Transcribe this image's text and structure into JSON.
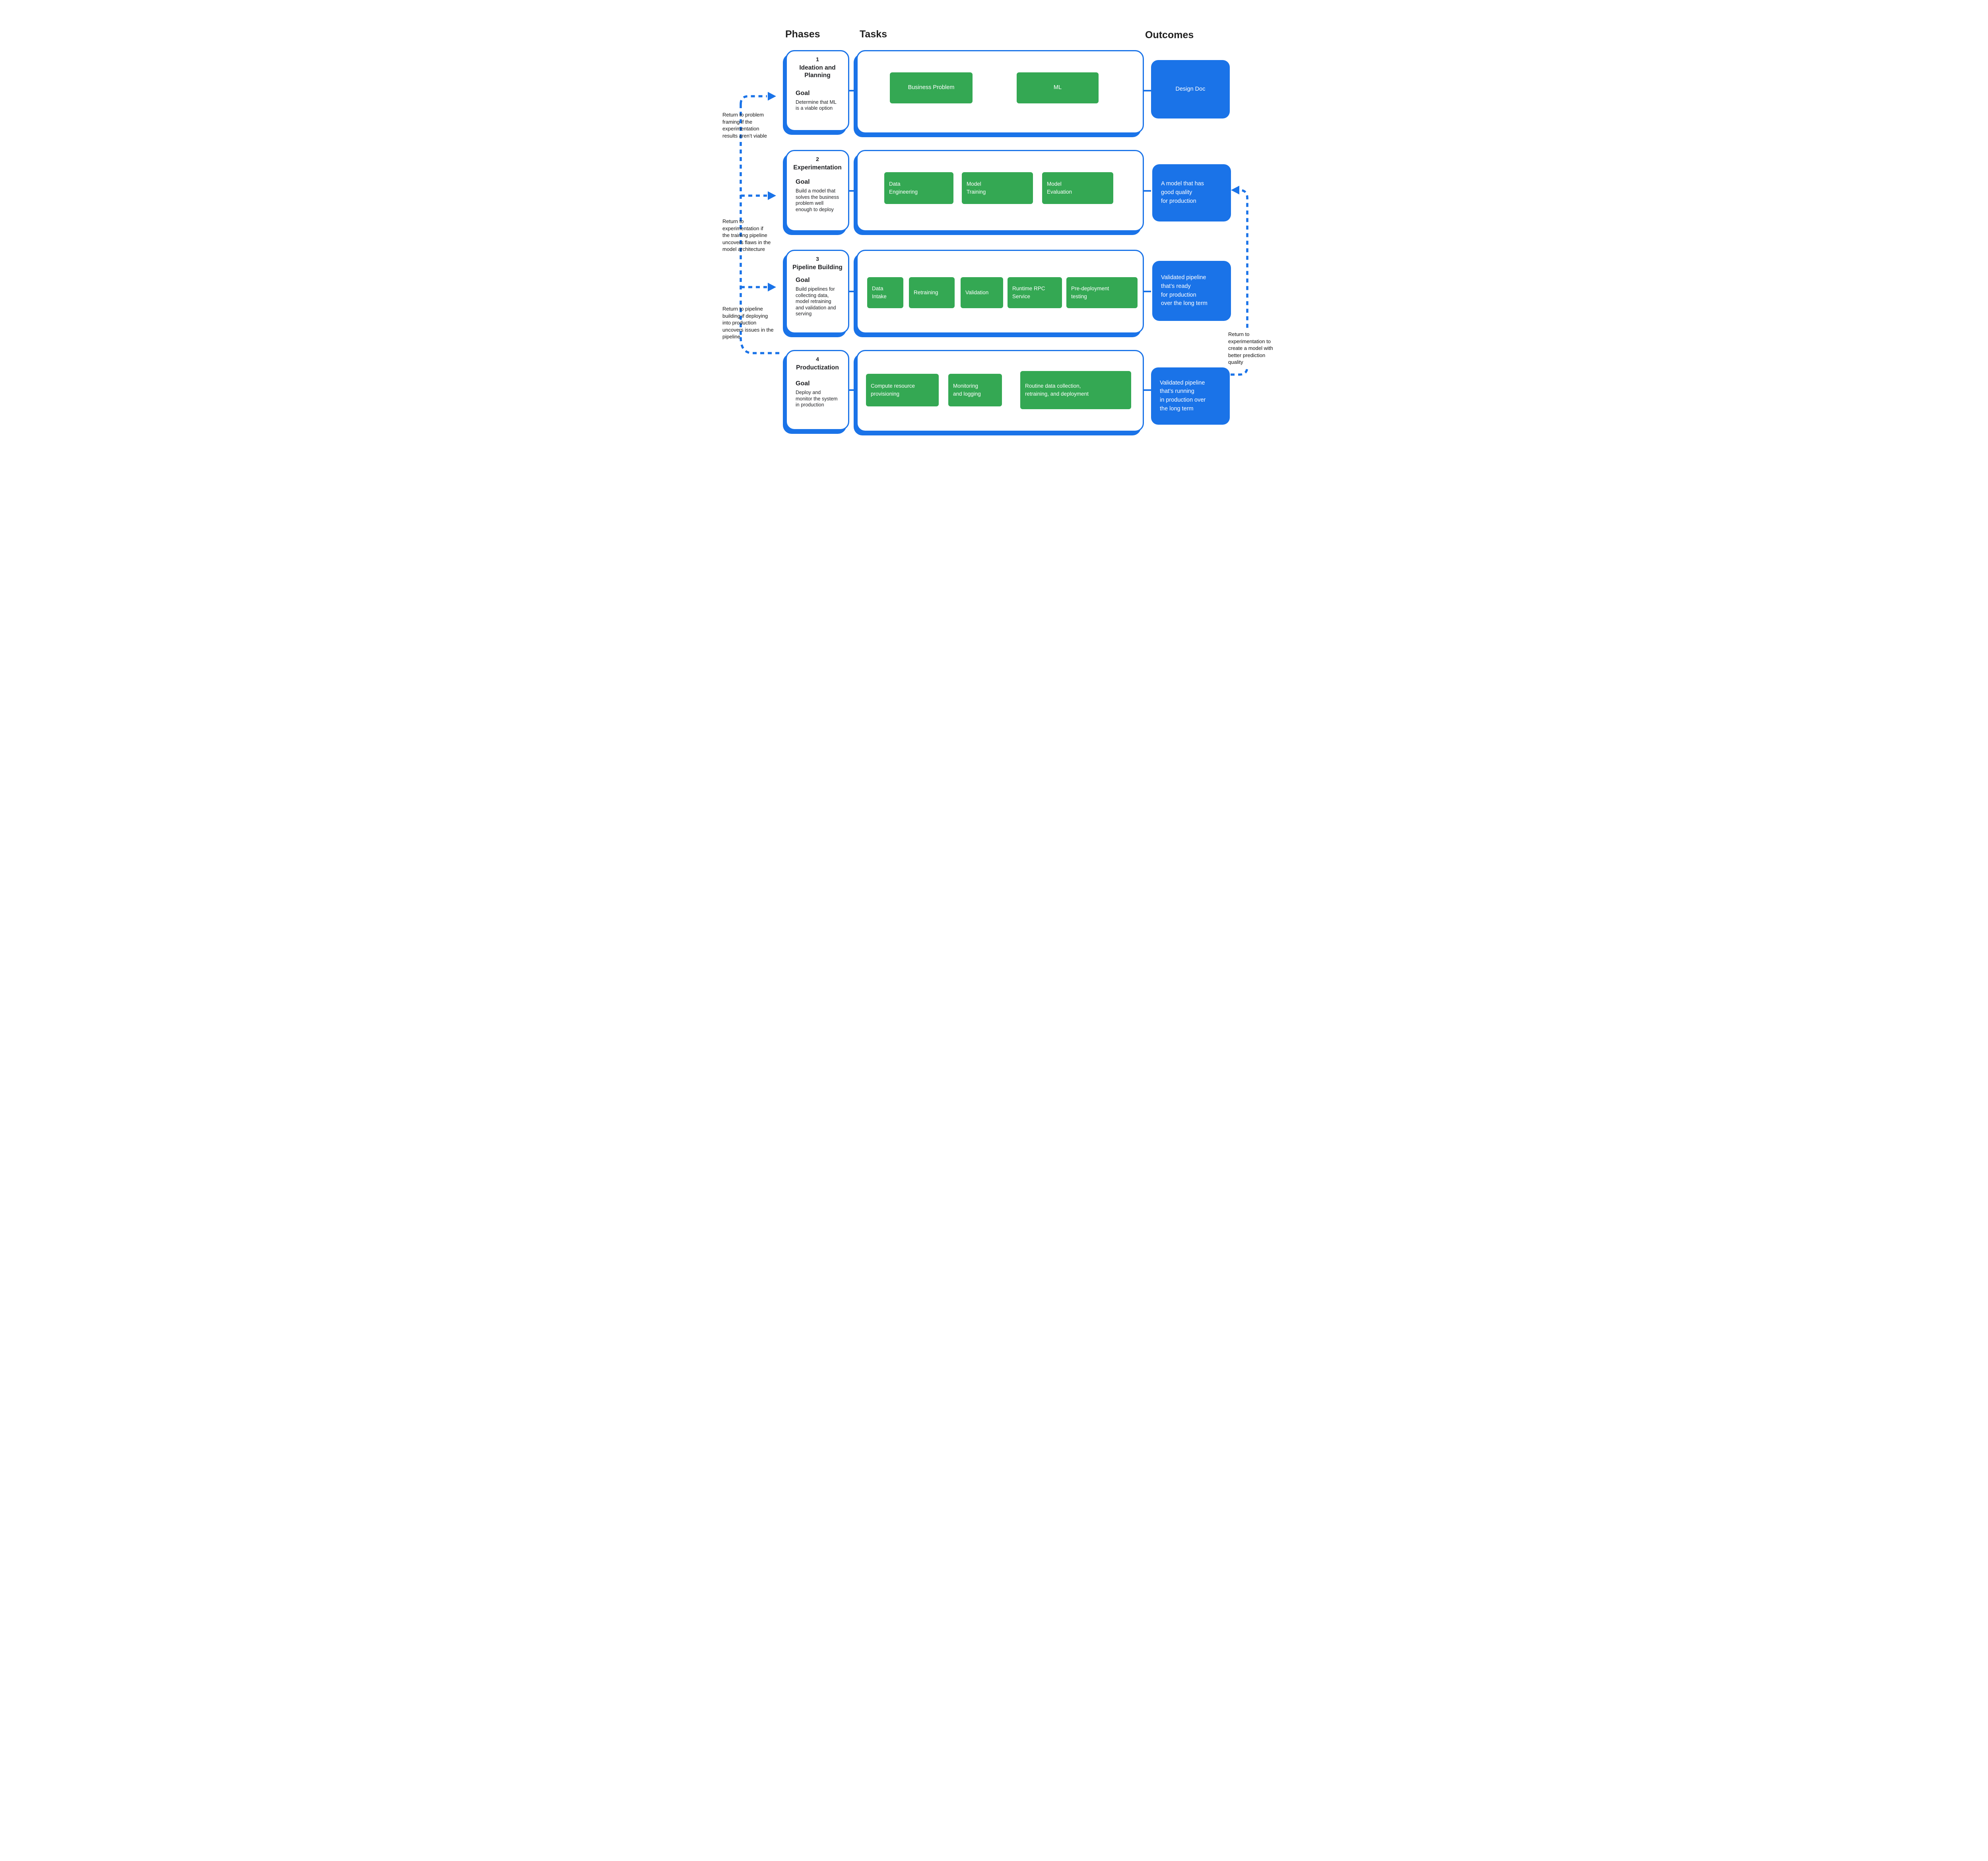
{
  "headers": {
    "phases": "Phases",
    "tasks": "Tasks",
    "outcomes": "Outcomes"
  },
  "colors": {
    "blue": "#1a73e8",
    "green": "#34a853",
    "text": "#202124"
  },
  "phases": [
    {
      "number": "1",
      "title": "Ideation and\nPlanning",
      "goal_label": "Goal",
      "goal": "Determine that ML\nis a viable option",
      "tasks": [
        {
          "label": "Business Problem"
        },
        {
          "label": "ML"
        }
      ],
      "outcome": "Design Doc"
    },
    {
      "number": "2",
      "title": "Experimentation",
      "goal_label": "Goal",
      "goal": "Build a model that\nsolves the business\nproblem well\nenough to deploy",
      "tasks": [
        {
          "label": "Data\nEngineering"
        },
        {
          "label": "Model\nTraining"
        },
        {
          "label": "Model\nEvaluation"
        }
      ],
      "outcome": "A model that has\ngood quality\nfor production"
    },
    {
      "number": "3",
      "title": "Pipeline Building",
      "goal_label": "Goal",
      "goal": "Build pipelines for\ncollecting data,\nmodel retraining\nand validation and\nserving",
      "tasks": [
        {
          "label": "Data\nIntake"
        },
        {
          "label": "Retraining"
        },
        {
          "label": "Validation"
        },
        {
          "label": "Runtime RPC\nService"
        },
        {
          "label": "Pre-deployment\ntesting"
        }
      ],
      "outcome": "Validated pipeline\nthat’s ready\nfor production\nover the long term"
    },
    {
      "number": "4",
      "title": "Productization",
      "goal_label": "Goal",
      "goal": "Deploy and\nmonitor the system\nin production",
      "tasks": [
        {
          "label": "Compute resource\nprovisioning"
        },
        {
          "label": "Monitoring\nand logging"
        },
        {
          "label": "Routine data collection,\nretraining, and deployment"
        }
      ],
      "outcome": "Validated pipeline\nthat’s running\nin production over\nthe long term"
    }
  ],
  "annotations": {
    "return_problem_framing": "Return to problem\nframing if the\nexperimentation\nresults aren’t viable",
    "return_experimentation": "Return to\nexperimentation if\nthe training pipeline\nuncovers flaws in the\nmodel architecture",
    "return_pipeline_building": "Return to pipeline\nbuilding if deploying\ninto production\nuncovers issues in the\npipeline",
    "return_experimentation_quality": "Return to\nexperimentation to\ncreate a model with\nbetter prediction\nquality"
  }
}
